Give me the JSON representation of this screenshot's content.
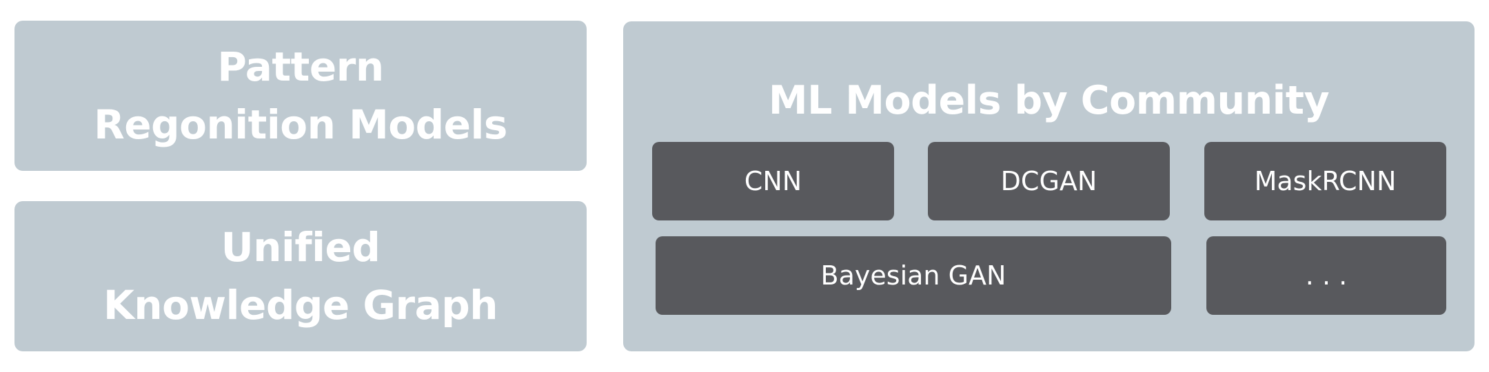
{
  "left_panels": {
    "pattern_recognition": {
      "line1": "Pattern",
      "line2": "Regonition Models"
    },
    "knowledge_graph": {
      "line1": "Unified",
      "line2": "Knowledge Graph"
    }
  },
  "community_panel": {
    "title": "ML Models by Community",
    "models": [
      "CNN",
      "DCGAN",
      "MaskRCNN",
      "Bayesian GAN",
      ". . ."
    ]
  },
  "colors": {
    "panel_background": "#bfcad1",
    "model_box": "#58595d",
    "text": "#ffffff"
  }
}
